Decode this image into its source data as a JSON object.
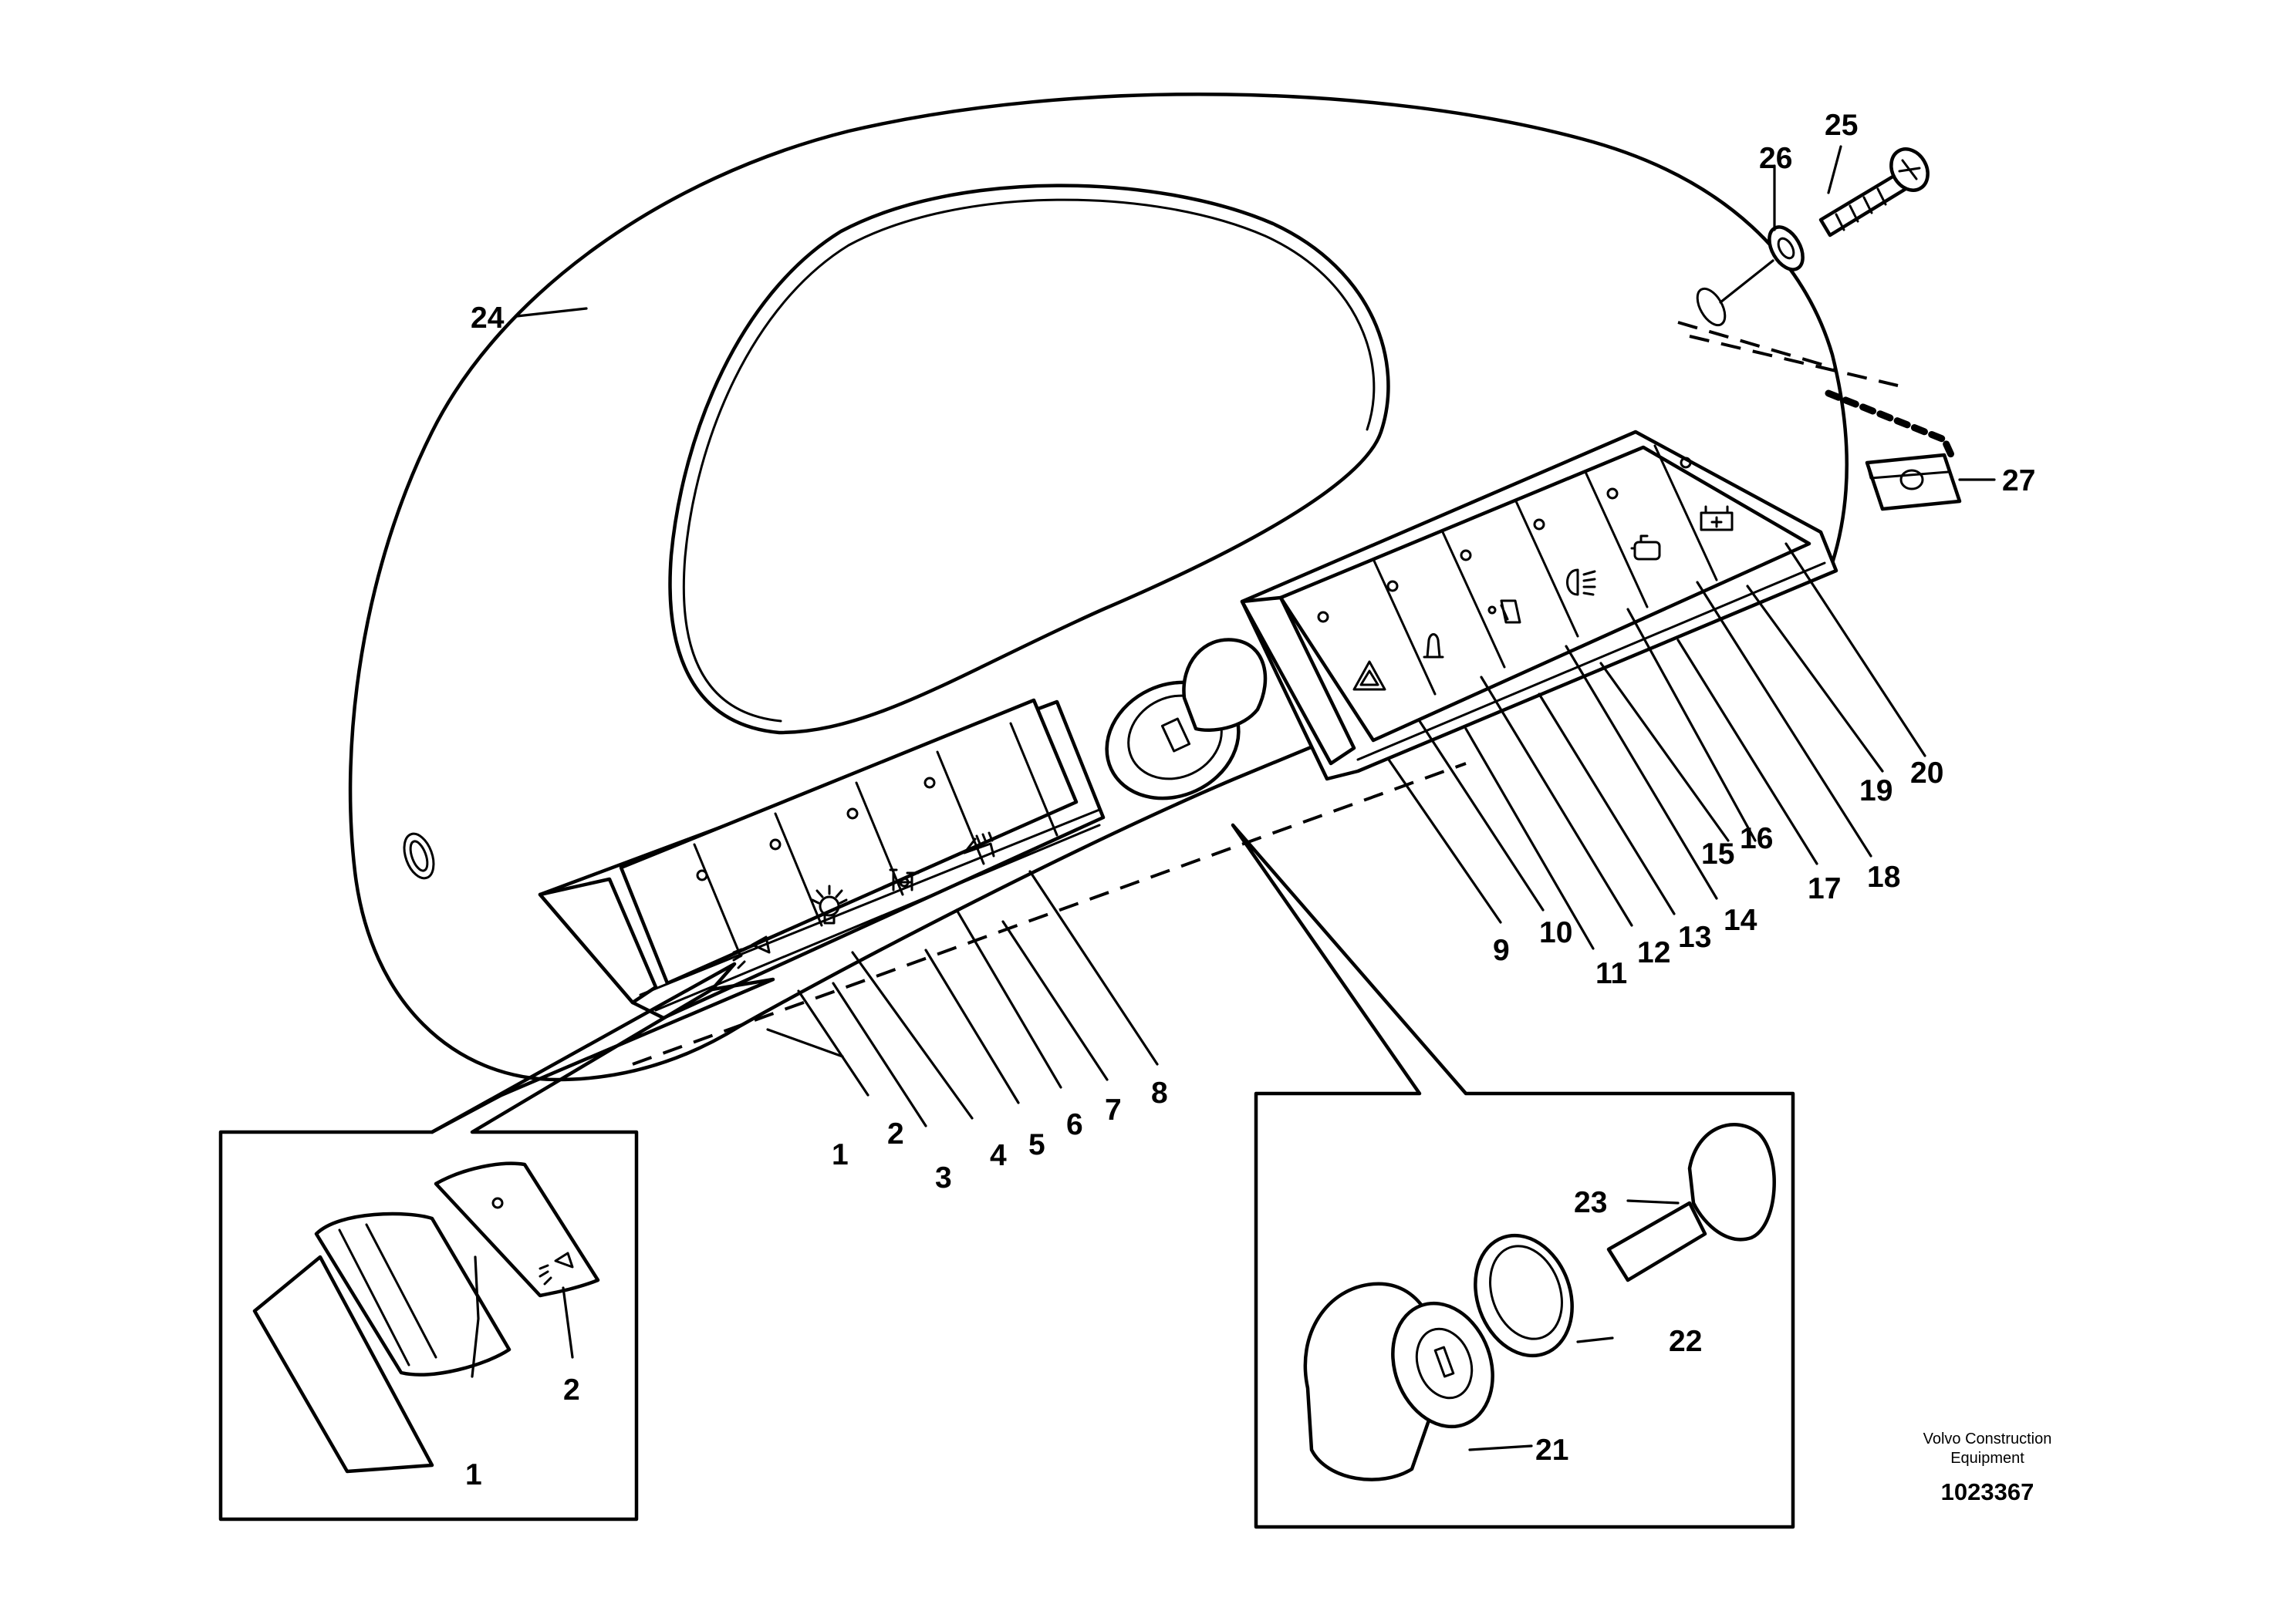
{
  "labels": {
    "p1": "1",
    "p2": "2",
    "p3": "3",
    "p4": "4",
    "p5": "5",
    "p6": "6",
    "p7": "7",
    "p8": "8",
    "p9": "9",
    "p10": "10",
    "p11": "11",
    "p12": "12",
    "p13": "13",
    "p14": "14",
    "p15": "15",
    "p16": "16",
    "p17": "17",
    "p18": "18",
    "p19": "19",
    "p20": "20",
    "p21": "21",
    "p22": "22",
    "p23": "23",
    "p24": "24",
    "p25": "25",
    "p26": "26",
    "p27": "27",
    "detail_p1": "1",
    "detail_p2": "2"
  },
  "footer": {
    "brand_line1": "Volvo Construction",
    "brand_line2": "Equipment",
    "drawing_number": "1023367"
  },
  "icons": [
    "work-light-icon",
    "lamp-icon",
    "brake-pedal-icon",
    "heater-icon",
    "hazard-warning-icon",
    "beacon-icon",
    "rear-wiper-icon",
    "headlight-icon",
    "washer-icon",
    "battery-icon"
  ]
}
